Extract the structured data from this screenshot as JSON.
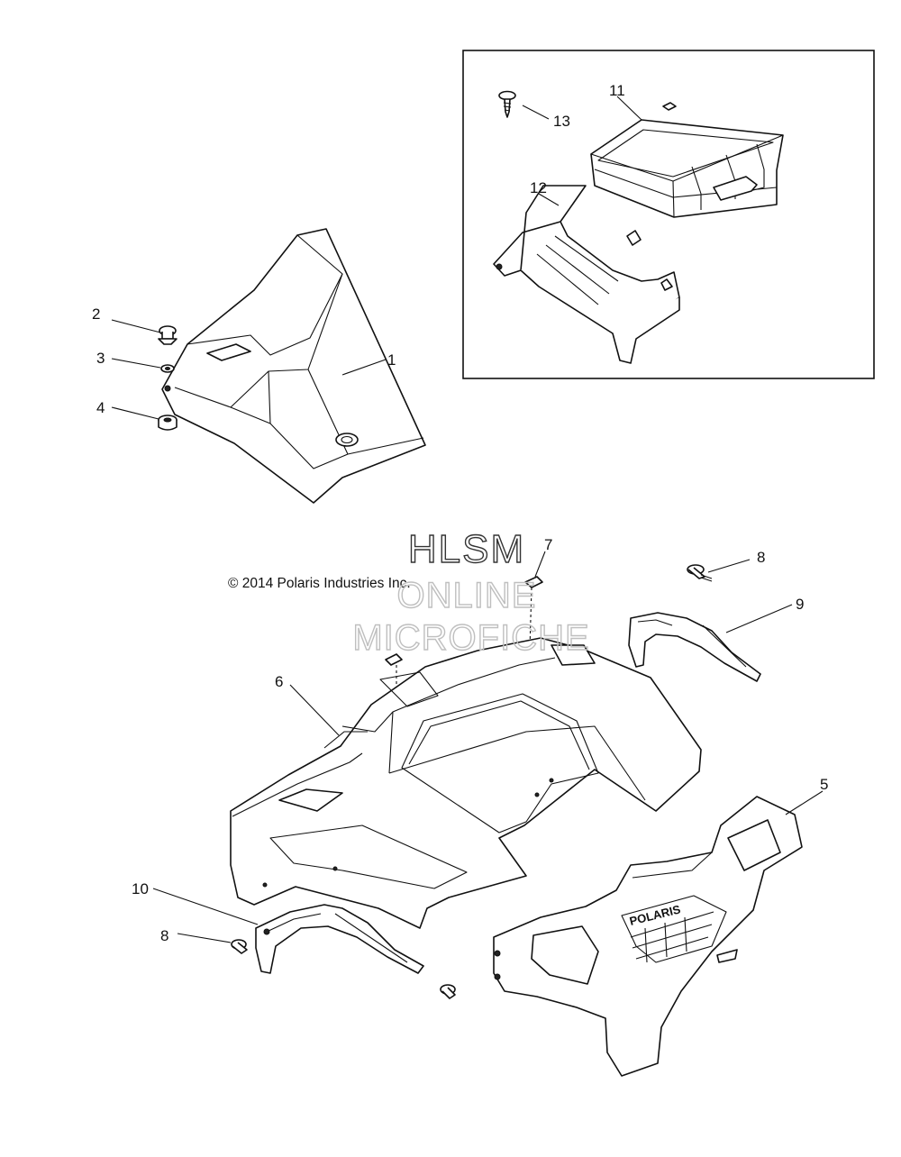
{
  "watermark": {
    "line1": "HLSM",
    "line2": "ONLINE",
    "line3": "MICROFICHE"
  },
  "copyright": "© 2014 Polaris Industries Inc.",
  "brand_lettering": "POLARIS",
  "callouts": {
    "c1": "1",
    "c2": "2",
    "c3": "3",
    "c4": "4",
    "c5": "5",
    "c6": "6",
    "c7": "7",
    "c8a": "8",
    "c8b": "8",
    "c9": "9",
    "c10": "10",
    "c11": "11",
    "c12": "12",
    "c13": "13"
  },
  "parts": [
    "hood",
    "push-rivet",
    "washer",
    "grommet",
    "front-fascia",
    "main-hood-body",
    "retainer-clip",
    "push-rivet",
    "right-fender-flare",
    "left-fender-flare",
    "storage-box",
    "box-bracket",
    "screw"
  ]
}
